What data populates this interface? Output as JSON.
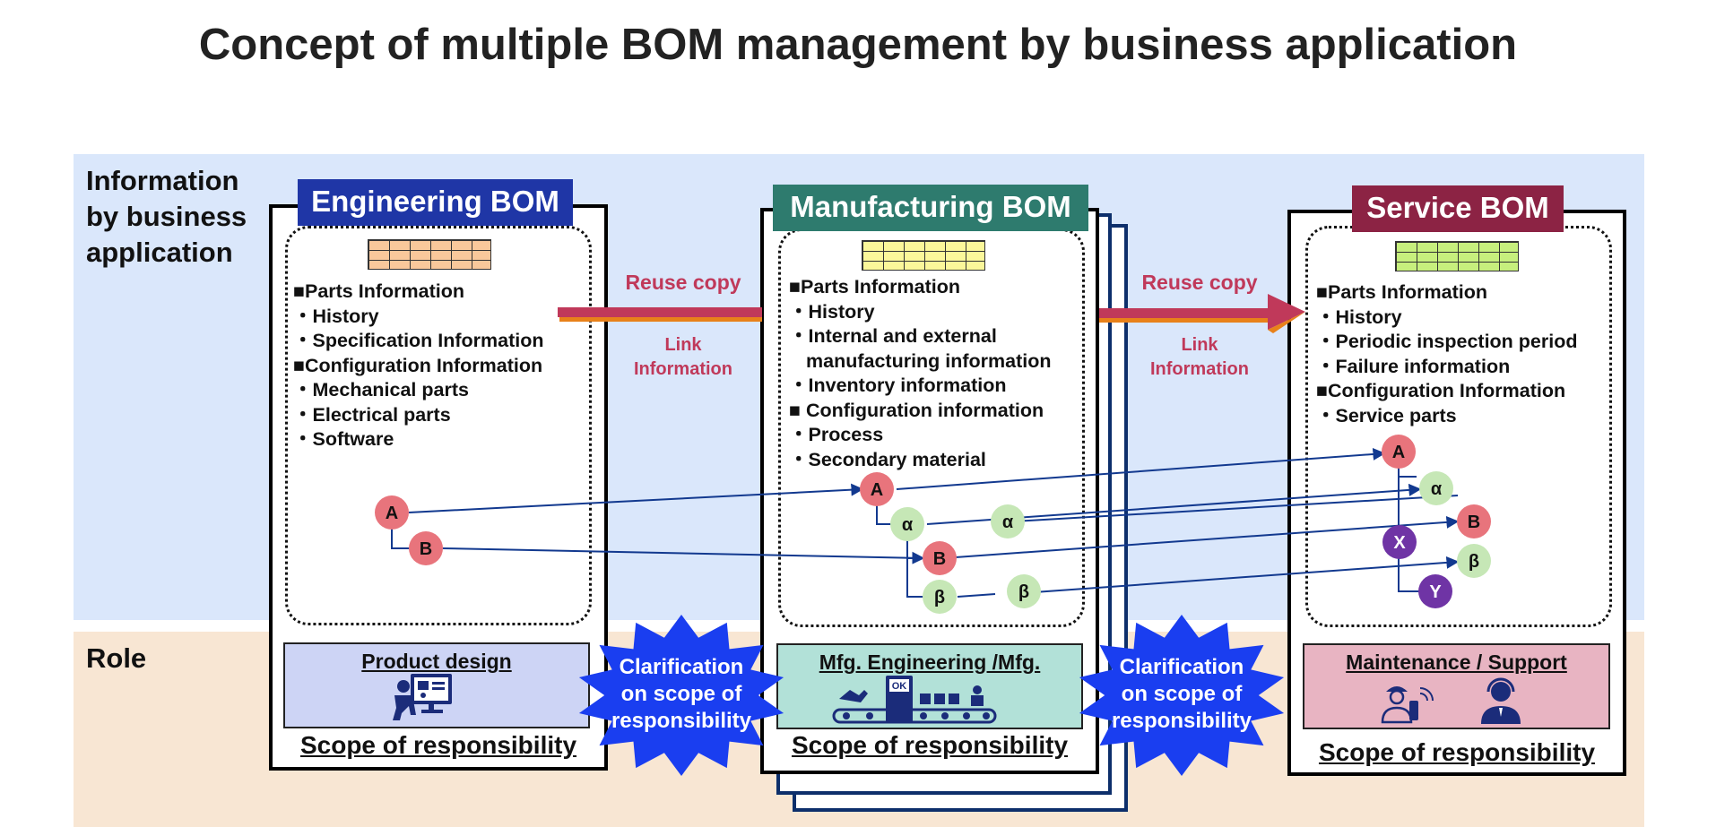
{
  "title": "Concept of multiple BOM management by business application",
  "side_labels": {
    "info_line1": "Information",
    "info_line2": "by business",
    "info_line3": "application",
    "role": "Role"
  },
  "boms": {
    "engineering": {
      "title": "Engineering BOM",
      "title_color": "#1f36a6",
      "grid_color": "#f9c89b",
      "items": [
        "■Parts Information",
        "・History",
        "・Specification Information",
        "■Configuration Information",
        "・Mechanical parts",
        "・Electrical parts",
        "・Software"
      ],
      "role": "Product design",
      "role_bg": "#cdd4f5",
      "scope": "Scope of responsibility"
    },
    "manufacturing": {
      "title": "Manufacturing BOM",
      "title_color": "#2e7b6e",
      "grid_color": "#fbf79a",
      "items": [
        "■Parts Information",
        "・History",
        "・Internal and external",
        "manufacturing information",
        "・Inventory information",
        "■ Configuration information",
        "・Process",
        "・Secondary material"
      ],
      "role": "Mfg. Engineering /Mfg.",
      "role_bg": "#b2e1d8",
      "scope": "Scope of responsibility"
    },
    "service": {
      "title": "Service BOM",
      "title_color": "#8c2344",
      "grid_color": "#c7ef7d",
      "items": [
        "■Parts Information",
        "・History",
        "・Periodic inspection period",
        "・Failure information",
        "■Configuration Information",
        "・Service parts"
      ],
      "role": "Maintenance / Support",
      "role_bg": "#e8b4c2",
      "scope": "Scope of responsibility"
    }
  },
  "arrows": {
    "reuse_copy": "Reuse copy",
    "link_line1": "Link",
    "link_line2": "Information",
    "arrow_color": "#c0395a"
  },
  "starbursts": {
    "line1": "Clarification",
    "line2": "on scope of",
    "line3": "responsibility",
    "color": "#1a3ef0"
  },
  "nodes": {
    "A": "A",
    "B": "B",
    "alpha": "α",
    "beta": "β",
    "X": "X",
    "Y": "Y",
    "colors": {
      "part": "#e8747c",
      "sub": "#c6e7b6",
      "service": "#6f34a5",
      "link": "#12398f"
    }
  },
  "icons": {
    "design": "designer-computer-icon",
    "mfg": "factory-conveyor-icon",
    "maintenance": "technician-icon",
    "support": "operator-headset-icon"
  },
  "mfg_icon_text": "OK"
}
